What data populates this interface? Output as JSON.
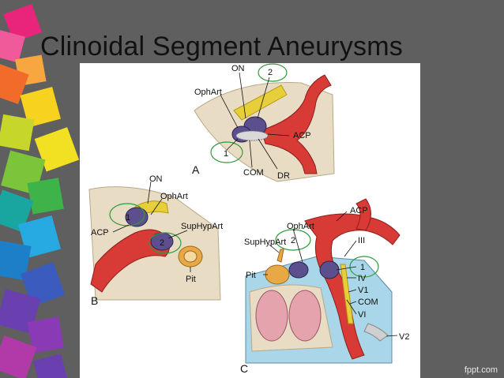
{
  "slide": {
    "title": "Clinoidal Segment  Aneurysms",
    "watermark": "fppt.com"
  },
  "figure": {
    "panel_a": {
      "letter": "A",
      "labels": {
        "on": "ON",
        "two": "2",
        "ophart": "OphArt",
        "acp": "ACP",
        "one": "1",
        "com": "COM",
        "dr": "DR"
      }
    },
    "panel_b": {
      "letter": "B",
      "labels": {
        "on": "ON",
        "ophart": "OphArt",
        "suphypart": "SupHypArt",
        "acp": "ACP",
        "one": "1",
        "two": "2",
        "pit": "Pit"
      }
    },
    "panel_c": {
      "letter": "C",
      "labels": {
        "acp": "ACP",
        "ophart": "OphArt",
        "suphypart": "SupHypArt",
        "two": "2",
        "iii": "III",
        "one": "1",
        "pit": "Pit",
        "iv": "IV",
        "v1": "V1",
        "com": "COM",
        "vi": "VI",
        "v2": "V2"
      }
    },
    "colors": {
      "artery": "#d83a35",
      "aneurysm": "#5b4f8e",
      "nerve": "#e6cf3a",
      "bone": "#e8dcc4",
      "annotation": "#2e9a3a"
    }
  }
}
